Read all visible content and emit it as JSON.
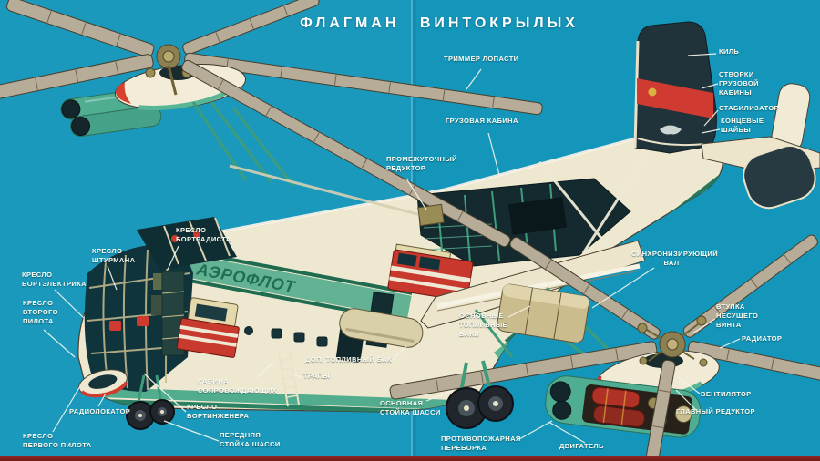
{
  "title": "ФЛАГМАН ВИНТОКРЫЛЫХ",
  "fuselage_marking": "АЭРОФЛОТ",
  "colors": {
    "background": "#1496ba",
    "fuselage_cream": "#efe8d0",
    "band_green_dark": "#1e6b50",
    "band_green_light": "#5ab795",
    "accent_red": "#cf3a2e",
    "rotor_grey": "#b6ac97",
    "tail_dark": "#20323a",
    "label_text": "#fcfcf0",
    "bottom_strip": "#8c2620"
  },
  "callouts": {
    "trimmer": "ТРИММЕР ЛОПАСТИ",
    "kil": "КИЛЬ",
    "stvorki": "СТВОРКИ\nГРУЗОВОЙ\nКАБИНЫ",
    "stabilizator": "СТАБИЛИЗАТОР",
    "kontsevye": "КОНЦЕВЫЕ\nШАЙБЫ",
    "gruzovaya_kabina": "ГРУЗОВАЯ КАБИНА",
    "promezhutochny_reduktor": "ПРОМЕЖУТОЧНЫЙ\nРЕДУКТОР",
    "kreslo_bortradista": "КРЕСЛО\nБОРТРАДИСТА",
    "kreslo_shturmana": "КРЕСЛО\nШТУРМАНА",
    "kreslo_bortelektrika": "КРЕСЛО\nБОРТЭЛЕКТРИКА",
    "kreslo_vtorogo_pilota": "КРЕСЛО\nВТОРОГО\nПИЛОТА",
    "kreslo_pervogo_pilota": "КРЕСЛО\nПЕРВОГО ПИЛОТА",
    "radiolokator": "РАДИОЛОКАТОР",
    "kabina_soprovozhdayushchikh": "КАБИНА\nСОПРОВОЖДАЮЩИХ",
    "kreslo_bortinzhenera": "КРЕСЛО\nБОРТИНЖЕНЕРА",
    "perednyaya_stoyka": "ПЕРЕДНЯЯ\nСТОЙКА ШАССИ",
    "dop_toplivny_bak": "ДОП. ТОПЛИВНЫЙ БАК",
    "trapy": "ТРАПЫ",
    "osnovnaya_stoyka": "ОСНОВНАЯ\nСТОЙКА ШАССИ",
    "protivopozharnaya": "ПРОТИВОПОЖАРНАЯ\nПЕРЕБОРКА",
    "dvigatel": "ДВИГАТЕЛЬ",
    "glavny_reduktor": "ГЛАВНЫЙ РЕДУКТОР",
    "ventilyator": "ВЕНТИЛЯТОР",
    "radiator": "РАДИАТОР",
    "vtulka": "ВТУЛКА\nНЕСУЩЕГО\nВИНТА",
    "sinkhroniziruyushchy_val": "СИНХРОНИЗИРУЮЩИЙ\nВАЛ",
    "osnovnye_baki": "ОСНОВНЫЕ\nТОПЛИВНЫЕ\nБАКИ"
  }
}
